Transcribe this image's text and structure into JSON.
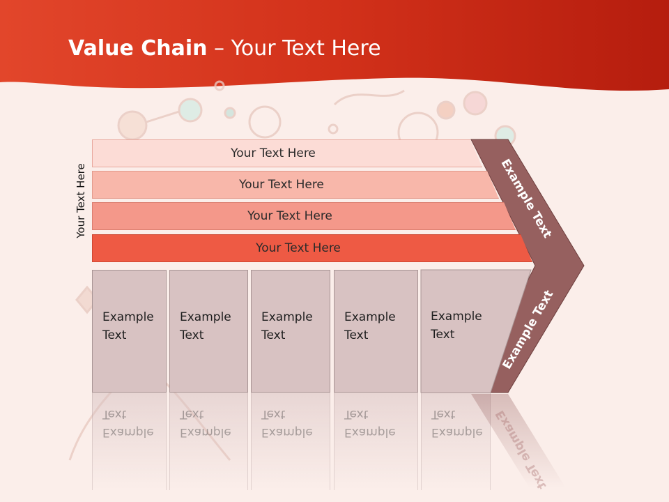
{
  "slide": {
    "title_bold": "Value Chain",
    "title_rest": " – Your Text Here"
  },
  "diagram": {
    "vertical_label": "Your Text Here",
    "bars": [
      {
        "label": "Your Text Here",
        "color": "#fcdcd6"
      },
      {
        "label": "Your Text Here",
        "color": "#f8b7aa"
      },
      {
        "label": "Your Text Here",
        "color": "#f4988a"
      },
      {
        "label": "Your Text Here",
        "color": "#ee5a44"
      }
    ],
    "columns": [
      {
        "line1": "Example",
        "line2": "Text"
      },
      {
        "line1": "Example",
        "line2": "Text"
      },
      {
        "line1": "Example",
        "line2": "Text"
      },
      {
        "line1": "Example",
        "line2": "Text"
      },
      {
        "line1": "Example",
        "line2": "Text"
      }
    ],
    "chevron_top_label": "Example Text",
    "chevron_bottom_label": "Example Text",
    "chevron_color": "#96605f"
  },
  "theme": {
    "header_red": "#d63a1e",
    "background": "#fbeeea"
  }
}
